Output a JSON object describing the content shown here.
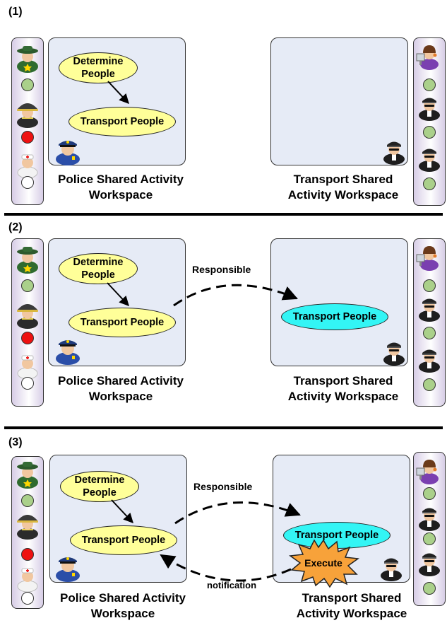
{
  "panels": [
    {
      "label": "(1)",
      "left_workspace": {
        "title_line1": "Police Shared Activity",
        "title_line2": "Workspace",
        "activities": [
          "Determine People",
          "Transport People"
        ]
      },
      "right_workspace": {
        "title_line1": "Transport Shared",
        "title_line2": "Activity Workspace",
        "activities": []
      }
    },
    {
      "label": "(2)",
      "left_workspace": {
        "title_line1": "Police Shared Activity",
        "title_line2": "Workspace",
        "activities": [
          "Determine People",
          "Transport People"
        ]
      },
      "right_workspace": {
        "title_line1": "Transport Shared",
        "title_line2": "Activity Workspace",
        "activities": [
          "Transport People"
        ]
      },
      "edge_label": "Responsible"
    },
    {
      "label": "(3)",
      "left_workspace": {
        "title_line1": "Police Shared Activity",
        "title_line2": "Workspace",
        "activities": [
          "Determine People",
          "Transport People"
        ]
      },
      "right_workspace": {
        "title_line1": "Transport Shared",
        "title_line2": "Activity Workspace",
        "activities": [
          "Transport People"
        ]
      },
      "edge_label": "Responsible",
      "return_label": "notification",
      "burst_label": "Execute"
    }
  ],
  "activity_lines": {
    "determine_1": "Determine",
    "determine_2": "People"
  },
  "status_colors": {
    "available": "#aad08a",
    "busy": "#ee1111",
    "offline": "#ffffff",
    "delegated_activity": "#33f5f5",
    "activity": "#ffff99",
    "workspace": "#e6ebf6"
  },
  "icons": [
    "sheriff-avatar-icon",
    "firefighter-avatar-icon",
    "medic-avatar-icon",
    "police-officer-icon",
    "dispatcher-avatar-icon",
    "chauffeur-avatar-icon"
  ]
}
